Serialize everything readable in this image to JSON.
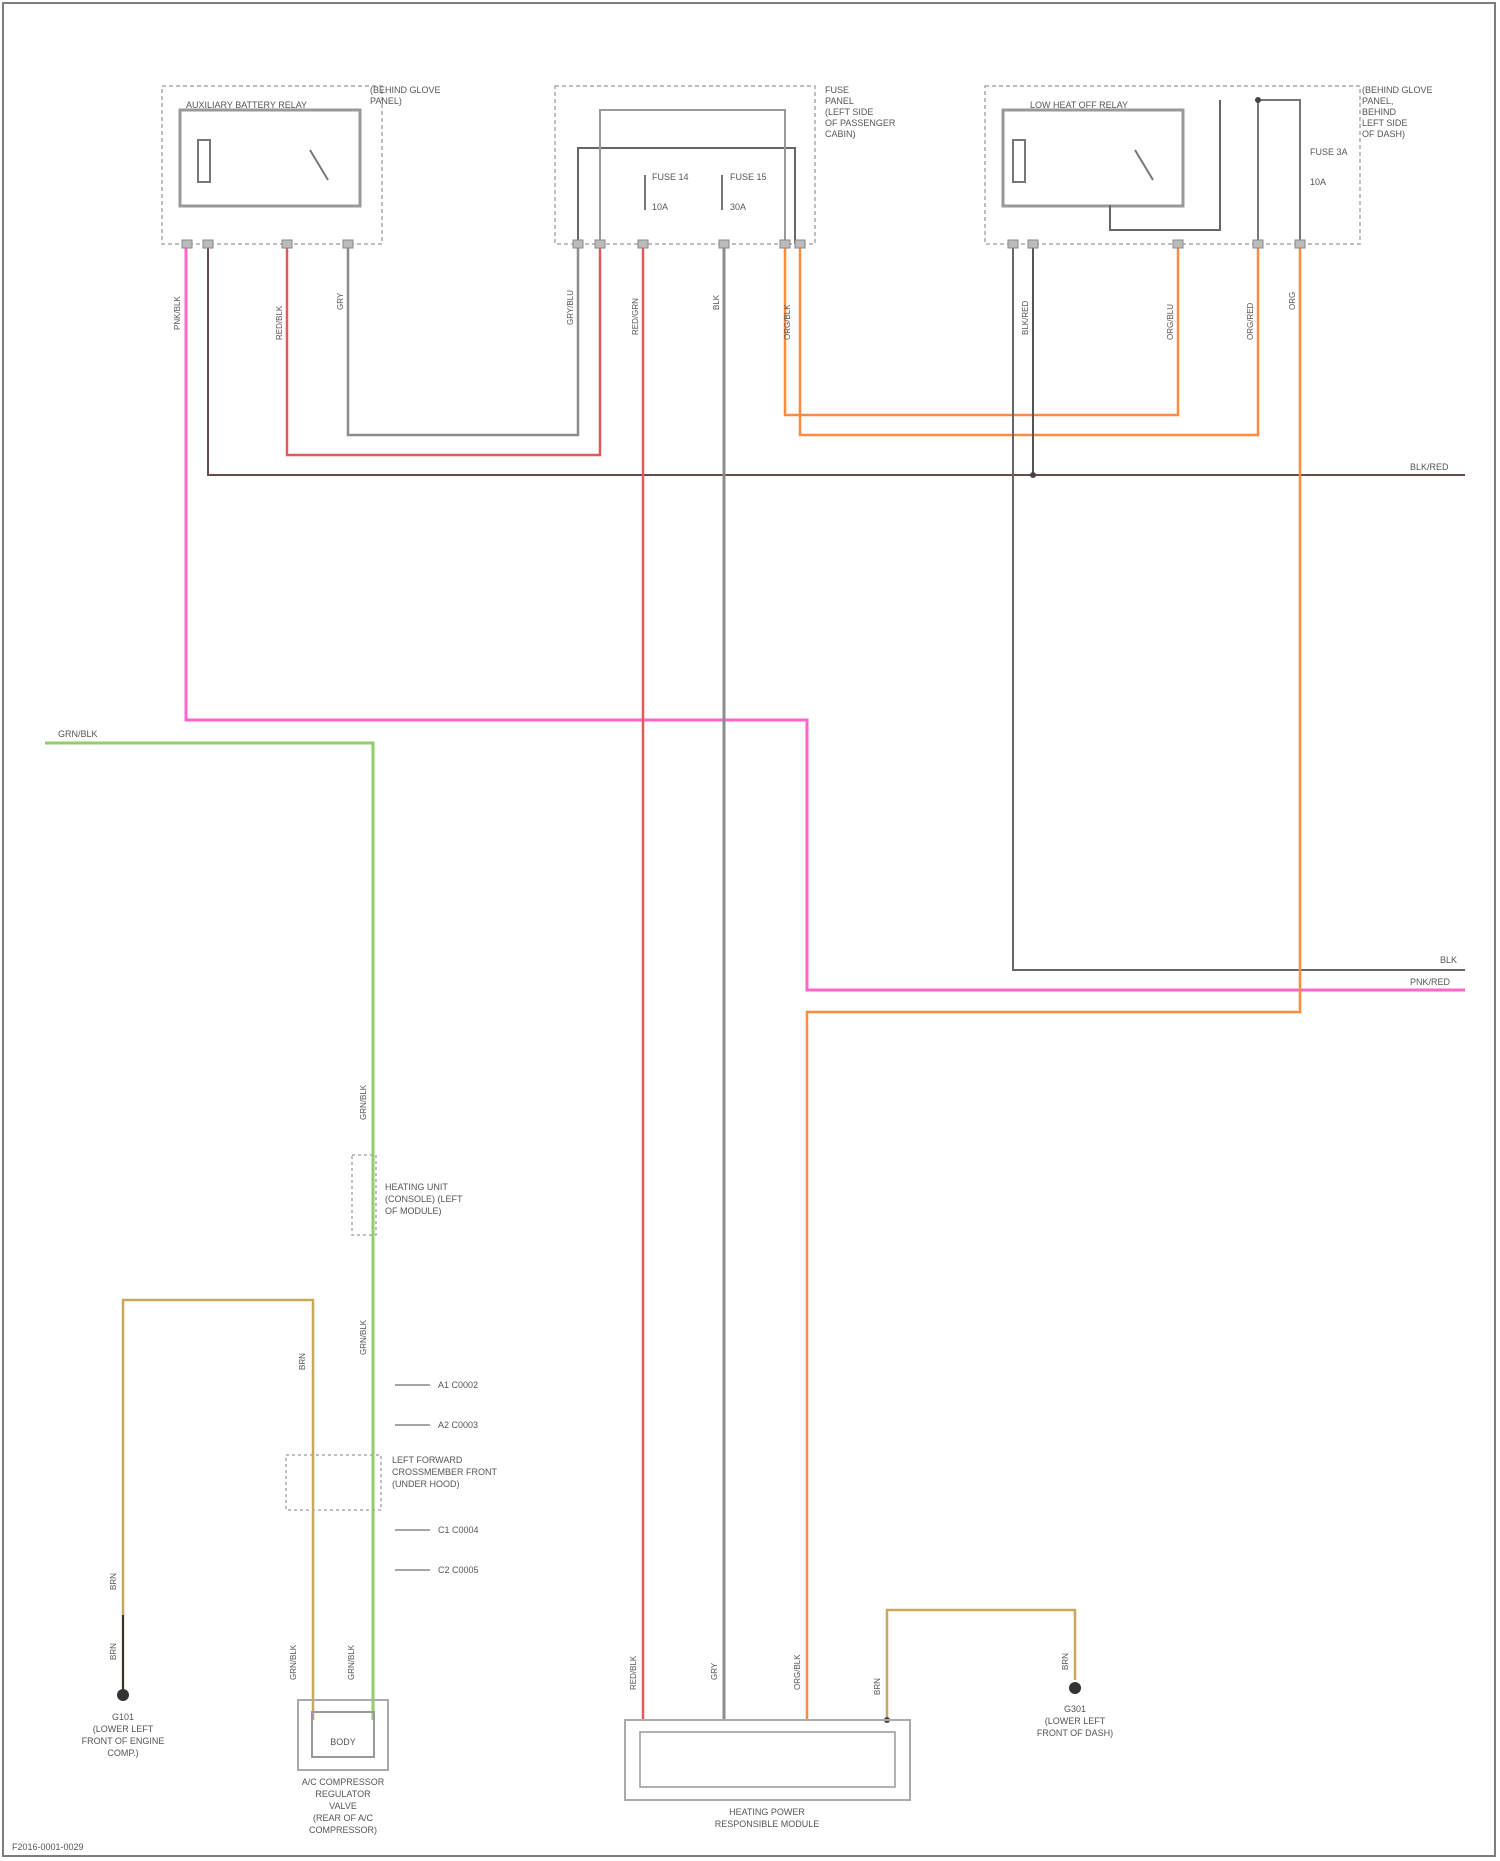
{
  "diagram": {
    "components": {
      "relay_left": {
        "title": "AUXILIARY BATTERY RELAY",
        "location": [
          "(BEHIND GLOVE",
          "PANEL)"
        ]
      },
      "fuse_block": {
        "title": "FUSE",
        "location": [
          "PANEL",
          "(LEFT SIDE",
          "OF PASSENGER",
          "CABIN)"
        ],
        "fuse_a": "FUSE 14",
        "fuse_a_amp": "10A",
        "fuse_b": "FUSE 15",
        "fuse_b_amp": "30A"
      },
      "relay_right": {
        "title": "LOW HEAT OFF RELAY",
        "location": [
          "(BEHIND GLOVE",
          "PANEL,",
          "BEHIND",
          "LEFT SIDE",
          "OF DASH)"
        ],
        "fuse_a": "FUSE 3A",
        "fuse_a_amp": "10A"
      },
      "heating_unit": {
        "label": [
          "HEATING UNIT",
          "(CONSOLE) (LEFT",
          "OF MODULE)"
        ]
      },
      "lh_connector": {
        "label": [
          "LEFT FORWARD",
          "CROSSMEMBER FRONT",
          "(UNDER HOOD)"
        ]
      },
      "regulator": {
        "label": [
          "A/C COMPRESSOR",
          "REGULATOR",
          "VALVE",
          "(REAR OF A/C",
          "COMPRESSOR)"
        ],
        "inner": "BODY"
      },
      "ground_left": {
        "label": [
          "G101",
          "(LOWER LEFT",
          "FRONT OF ENGINE",
          "COMP.)"
        ]
      },
      "module": {
        "label": [
          "HEATING POWER",
          "RESPONSIBLE MODULE"
        ]
      },
      "ground_right": {
        "label": [
          "G301",
          "(LOWER LEFT",
          "FRONT OF DASH)"
        ]
      }
    },
    "offpage": {
      "right_1": "BLK/RED",
      "right_2": "BLK",
      "right_3": "PNK/RED",
      "left_1": "GRN/BLK"
    },
    "wire_tags": {
      "t1": "PNK/BLK",
      "t2": "RED/BLK",
      "t3": "GRY",
      "t4": "GRY/BLU",
      "t5": "RED/GRN",
      "t6": "BLK",
      "t7": "ORG/BLK",
      "t8": "BLK/RED",
      "t9": "ORG/BLU",
      "t10": "ORG/RED",
      "t11": "ORG",
      "g1": "GRN/BLK",
      "g2": "GRN/BLK",
      "g3": "BRN",
      "g4": "BRN",
      "g5": "BRN",
      "g6": "GRN/BLK",
      "g7": "GRN/BLK",
      "m1": "RED/BLK",
      "m2": "GRY",
      "m3": "ORG/BLK",
      "m4": "BRN",
      "m5": "BRN"
    },
    "side_notes": [
      "A1 C0002",
      "A2 C0003",
      "C1 C0004",
      "C2 C0005"
    ],
    "colors": {
      "pink": "#ff66cc",
      "red": "#e05a5a",
      "orange": "#ff8c3a",
      "gray": "#8c8c8c",
      "dark": "#5a5a5a",
      "green": "#8fce6a",
      "tan": "#c9a85a",
      "box": "#9a9a9a"
    },
    "footer": "F2016-0001-0029"
  }
}
